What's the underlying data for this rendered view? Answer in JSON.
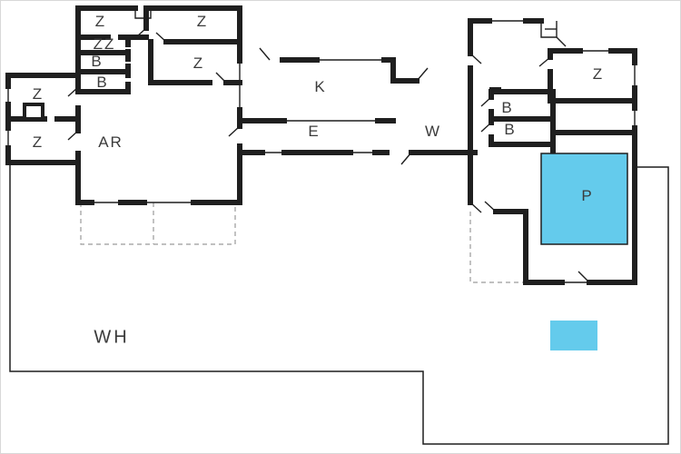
{
  "title": "vacation-house-floor-plan",
  "colors": {
    "wall": "#1f1f1f",
    "pool": "#64cbec",
    "dashed": "#9a9a9a",
    "label": "#3b3b3b",
    "background": "#ffffff"
  },
  "rooms": [
    {
      "id": "bedroom-nw-1",
      "label": "Z"
    },
    {
      "id": "bedroom-nw-2",
      "label": "Z"
    },
    {
      "id": "closet-zz",
      "label": "ZZ"
    },
    {
      "id": "bath-annex-1",
      "label": "B"
    },
    {
      "id": "bath-annex-2",
      "label": "B"
    },
    {
      "id": "bedroom-annex",
      "label": "Z"
    },
    {
      "id": "bedroom-west-1",
      "label": "Z"
    },
    {
      "id": "bedroom-west-2",
      "label": "Z"
    },
    {
      "id": "annex-room",
      "label": "AR"
    },
    {
      "id": "kitchen",
      "label": "K"
    },
    {
      "id": "entry",
      "label": "E"
    },
    {
      "id": "living-room",
      "label": "W"
    },
    {
      "id": "bedroom-east",
      "label": "Z"
    },
    {
      "id": "bath-east-1",
      "label": "B"
    },
    {
      "id": "bath-east-2",
      "label": "B"
    },
    {
      "id": "pool",
      "label": "P"
    },
    {
      "id": "main-area",
      "label": "WH"
    }
  ]
}
